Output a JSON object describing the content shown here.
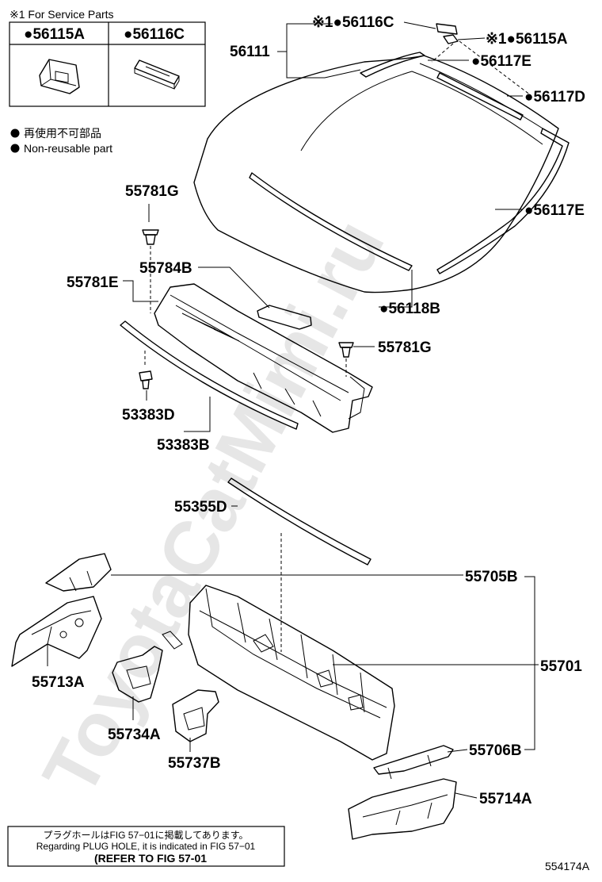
{
  "service_parts": {
    "heading": "※1 For Service Parts",
    "col1": "●56115A",
    "col2": "●56116C"
  },
  "legend": {
    "jp": "再使用不可部品",
    "en": "Non-reusable part"
  },
  "watermark": "ToyotaCatMimi.ru",
  "labels": {
    "p56116C_top": "※1●56116C",
    "p56111": "56111",
    "p56115A_top": "※1●56115A",
    "p56117E_top": "●56117E",
    "p56117D": "●56117D",
    "p56117E_right": "●56117E",
    "p56118B": "●56118B",
    "p55781G_top": "55781G",
    "p55784B": "55784B",
    "p55781E": "55781E",
    "p55781G_right": "55781G",
    "p53383D": "53383D",
    "p53383B": "53383B",
    "p55355D": "55355D",
    "p55705B": "55705B",
    "p55701": "55701",
    "p55713A": "55713A",
    "p55734A": "55734A",
    "p55737B": "55737B",
    "p55706B": "55706B",
    "p55714A": "55714A"
  },
  "note": {
    "jp": "プラグホールはFIG 57−01に掲載してあります。",
    "en": "Regarding PLUG HOLE, it is indicated in FIG 57−01",
    "ref": "(REFER TO FIG 57-01"
  },
  "figure_id": "554174A"
}
